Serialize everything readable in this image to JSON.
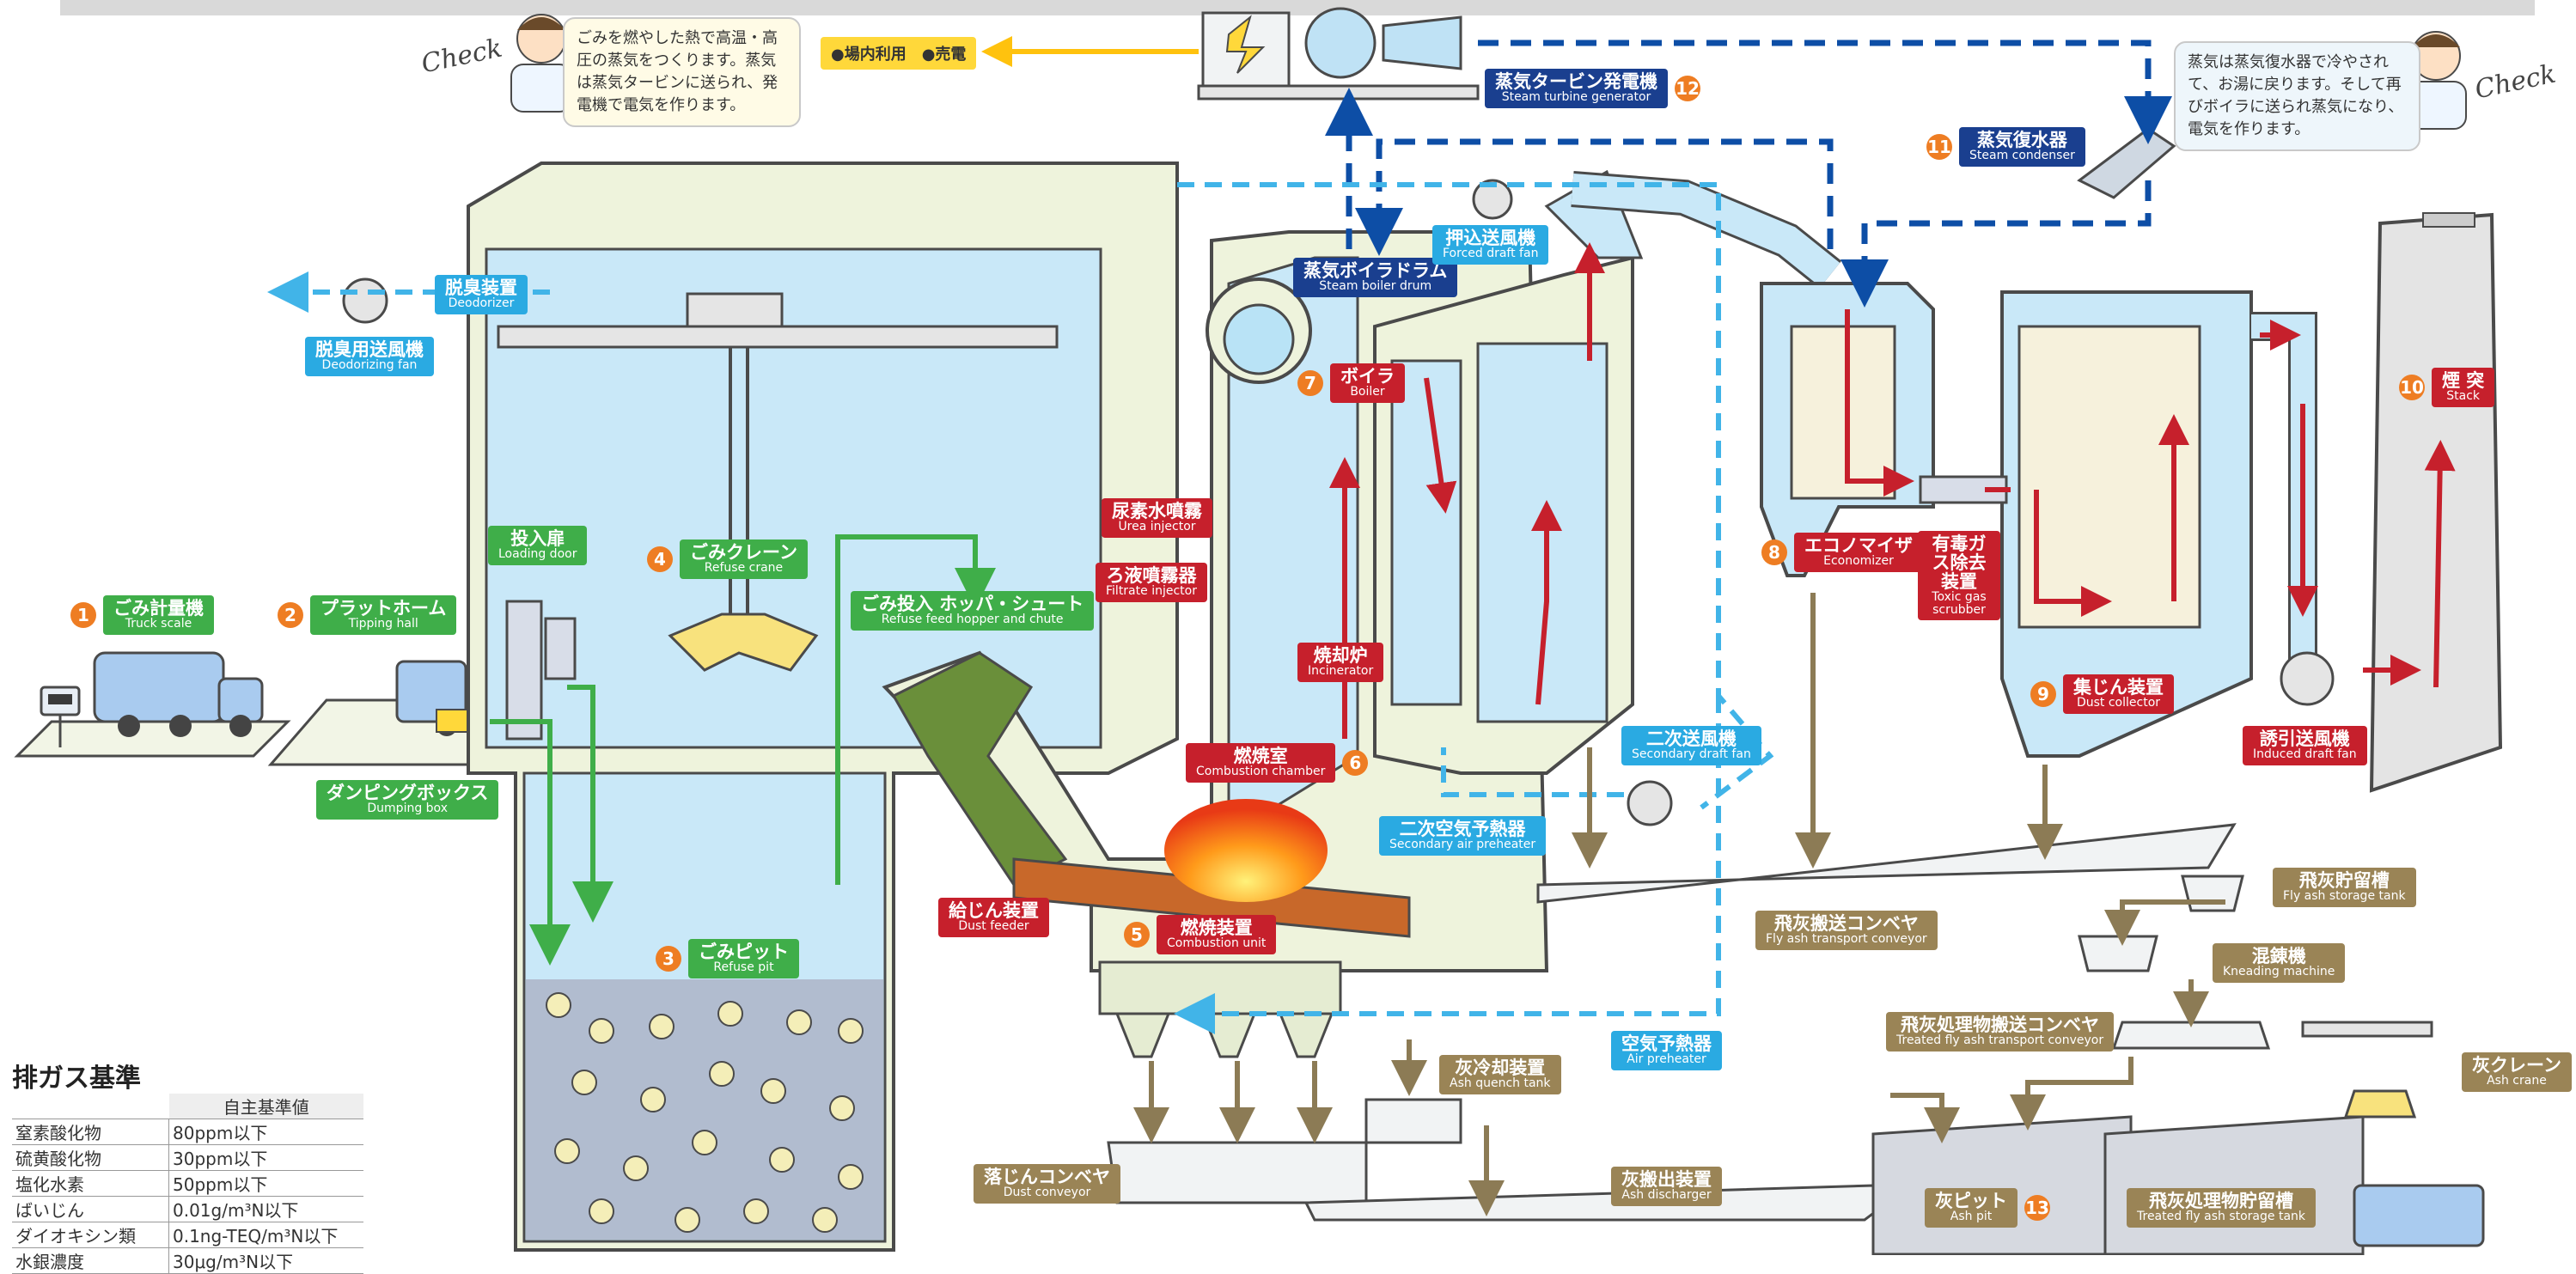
{
  "colors": {
    "bunker_blue": "#c9e8f8",
    "machine_outline": "#4a4a4a",
    "label_green": "#3fae49",
    "label_red": "#c6202c",
    "label_light_blue": "#2aaae2",
    "label_navy": "#1a3f8f",
    "label_brown": "#9a8456",
    "number_orange": "#ee7d23",
    "steam_line": "#0d4ea6",
    "air_line": "#41b4e8",
    "refuse_line": "#3fae49",
    "ash_line": "#8c7b55",
    "electricity": "#ffc20e"
  },
  "icons": [
    "truck-icon",
    "scale-icon",
    "crane-claw-icon",
    "fire-icon",
    "fan-icon",
    "generator-icon",
    "turbine-icon",
    "engineer-character-icon"
  ],
  "check_left": {
    "check": "Check",
    "text": "ごみを燃やした熱で高温・高圧の蒸気をつくります。蒸気は蒸気タービンに送られ、発電機で電気を作ります。"
  },
  "check_right": {
    "check": "Check",
    "text": "蒸気は蒸気復水器で冷やされて、お湯に戻ります。そして再びボイラに送られ蒸気になり、電気を作ります。"
  },
  "electricity_label": "●場内利用　●売電",
  "labels": {
    "truck_scale": {
      "num": "1",
      "jp": "ごみ計量機",
      "en": "Truck scale"
    },
    "tipping_hall": {
      "num": "2",
      "jp": "プラットホーム",
      "en": "Tipping hall"
    },
    "refuse_pit": {
      "num": "3",
      "jp": "ごみピット",
      "en": "Refuse pit"
    },
    "refuse_crane": {
      "num": "4",
      "jp": "ごみクレーン",
      "en": "Refuse crane"
    },
    "combustion_unit": {
      "num": "5",
      "jp": "燃焼装置",
      "en": "Combustion unit"
    },
    "combustion_chamber": {
      "num": "6",
      "jp": "燃焼室",
      "en": "Combustion chamber"
    },
    "boiler": {
      "num": "7",
      "jp": "ボイラ",
      "en": "Boiler"
    },
    "economizer": {
      "num": "8",
      "jp": "エコノマイザ",
      "en": "Economizer"
    },
    "dust_collector": {
      "num": "9",
      "jp": "集じん装置",
      "en": "Dust collector"
    },
    "stack": {
      "num": "10",
      "jp": "煙 突",
      "en": "Stack"
    },
    "steam_condenser": {
      "num": "11",
      "jp": "蒸気復水器",
      "en": "Steam condenser"
    },
    "steam_turbine_generator": {
      "num": "12",
      "jp": "蒸気タービン発電機",
      "en": "Steam turbine generator"
    },
    "ash_pit": {
      "num": "13",
      "jp": "灰ピット",
      "en": "Ash pit"
    },
    "loading_door": {
      "jp": "投入扉",
      "en": "Loading door"
    },
    "dumping_box": {
      "jp": "ダンピングボックス",
      "en": "Dumping box"
    },
    "refuse_feed_hopper": {
      "jp": "ごみ投入 ホッパ・シュート",
      "en": "Refuse feed hopper and chute"
    },
    "deodorizer": {
      "jp": "脱臭装置",
      "en": "Deodorizer"
    },
    "deodorizing_fan": {
      "jp": "脱臭用送風機",
      "en": "Deodorizing fan"
    },
    "urea_injector": {
      "jp": "尿素水噴霧",
      "en": "Urea injector"
    },
    "filtrate_injector": {
      "jp": "ろ液噴霧器",
      "en": "Filtrate injector"
    },
    "incinerator": {
      "jp": "焼却炉",
      "en": "Incinerator"
    },
    "dust_feeder": {
      "jp": "給じん装置",
      "en": "Dust feeder"
    },
    "steam_boiler_drum": {
      "jp": "蒸気ボイラドラム",
      "en": "Steam boiler drum"
    },
    "forced_draft_fan": {
      "jp": "押込送風機",
      "en": "Forced draft fan"
    },
    "secondary_draft_fan": {
      "jp": "二次送風機",
      "en": "Secondary draft fan"
    },
    "secondary_air_preheater": {
      "jp": "二次空気予熱器",
      "en": "Secondary air preheater"
    },
    "air_preheater": {
      "jp": "空気予熱器",
      "en": "Air preheater"
    },
    "toxic_gas_scrubber": {
      "jp": "有毒ガス除去装置",
      "en": "Toxic gas scrubber"
    },
    "induced_draft_fan": {
      "jp": "誘引送風機",
      "en": "Induced draft fan"
    },
    "fly_ash_transport_conveyor": {
      "jp": "飛灰搬送コンベヤ",
      "en": "Fly ash transport conveyor"
    },
    "fly_ash_storage_tank": {
      "jp": "飛灰貯留槽",
      "en": "Fly ash storage tank"
    },
    "kneading_machine": {
      "jp": "混錬機",
      "en": "Kneading machine"
    },
    "treated_fly_ash_transport_conveyor": {
      "jp": "飛灰処理物搬送コンベヤ",
      "en": "Treated fly ash transport conveyor"
    },
    "treated_fly_ash_storage_tank": {
      "jp": "飛灰処理物貯留槽",
      "en": "Treated fly ash storage tank"
    },
    "ash_crane": {
      "jp": "灰クレーン",
      "en": "Ash crane"
    },
    "ash_quench_tank": {
      "jp": "灰冷却装置",
      "en": "Ash quench tank"
    },
    "ash_discharger": {
      "jp": "灰搬出装置",
      "en": "Ash discharger"
    },
    "dust_conveyor": {
      "jp": "落じんコンベヤ",
      "en": "Dust conveyor"
    }
  },
  "emission_table": {
    "title": "排ガス基準",
    "header": "自主基準値",
    "rows": [
      {
        "item": "窒素酸化物",
        "value": "80ppm以下"
      },
      {
        "item": "硫黄酸化物",
        "value": "30ppm以下"
      },
      {
        "item": "塩化水素",
        "value": "50ppm以下"
      },
      {
        "item": "ばいじん",
        "value": "0.01g/m³N以下"
      },
      {
        "item": "ダイオキシン類",
        "value": "0.1ng-TEQ/m³N以下"
      },
      {
        "item": "水銀濃度",
        "value": "30μg/m³N以下"
      }
    ]
  }
}
